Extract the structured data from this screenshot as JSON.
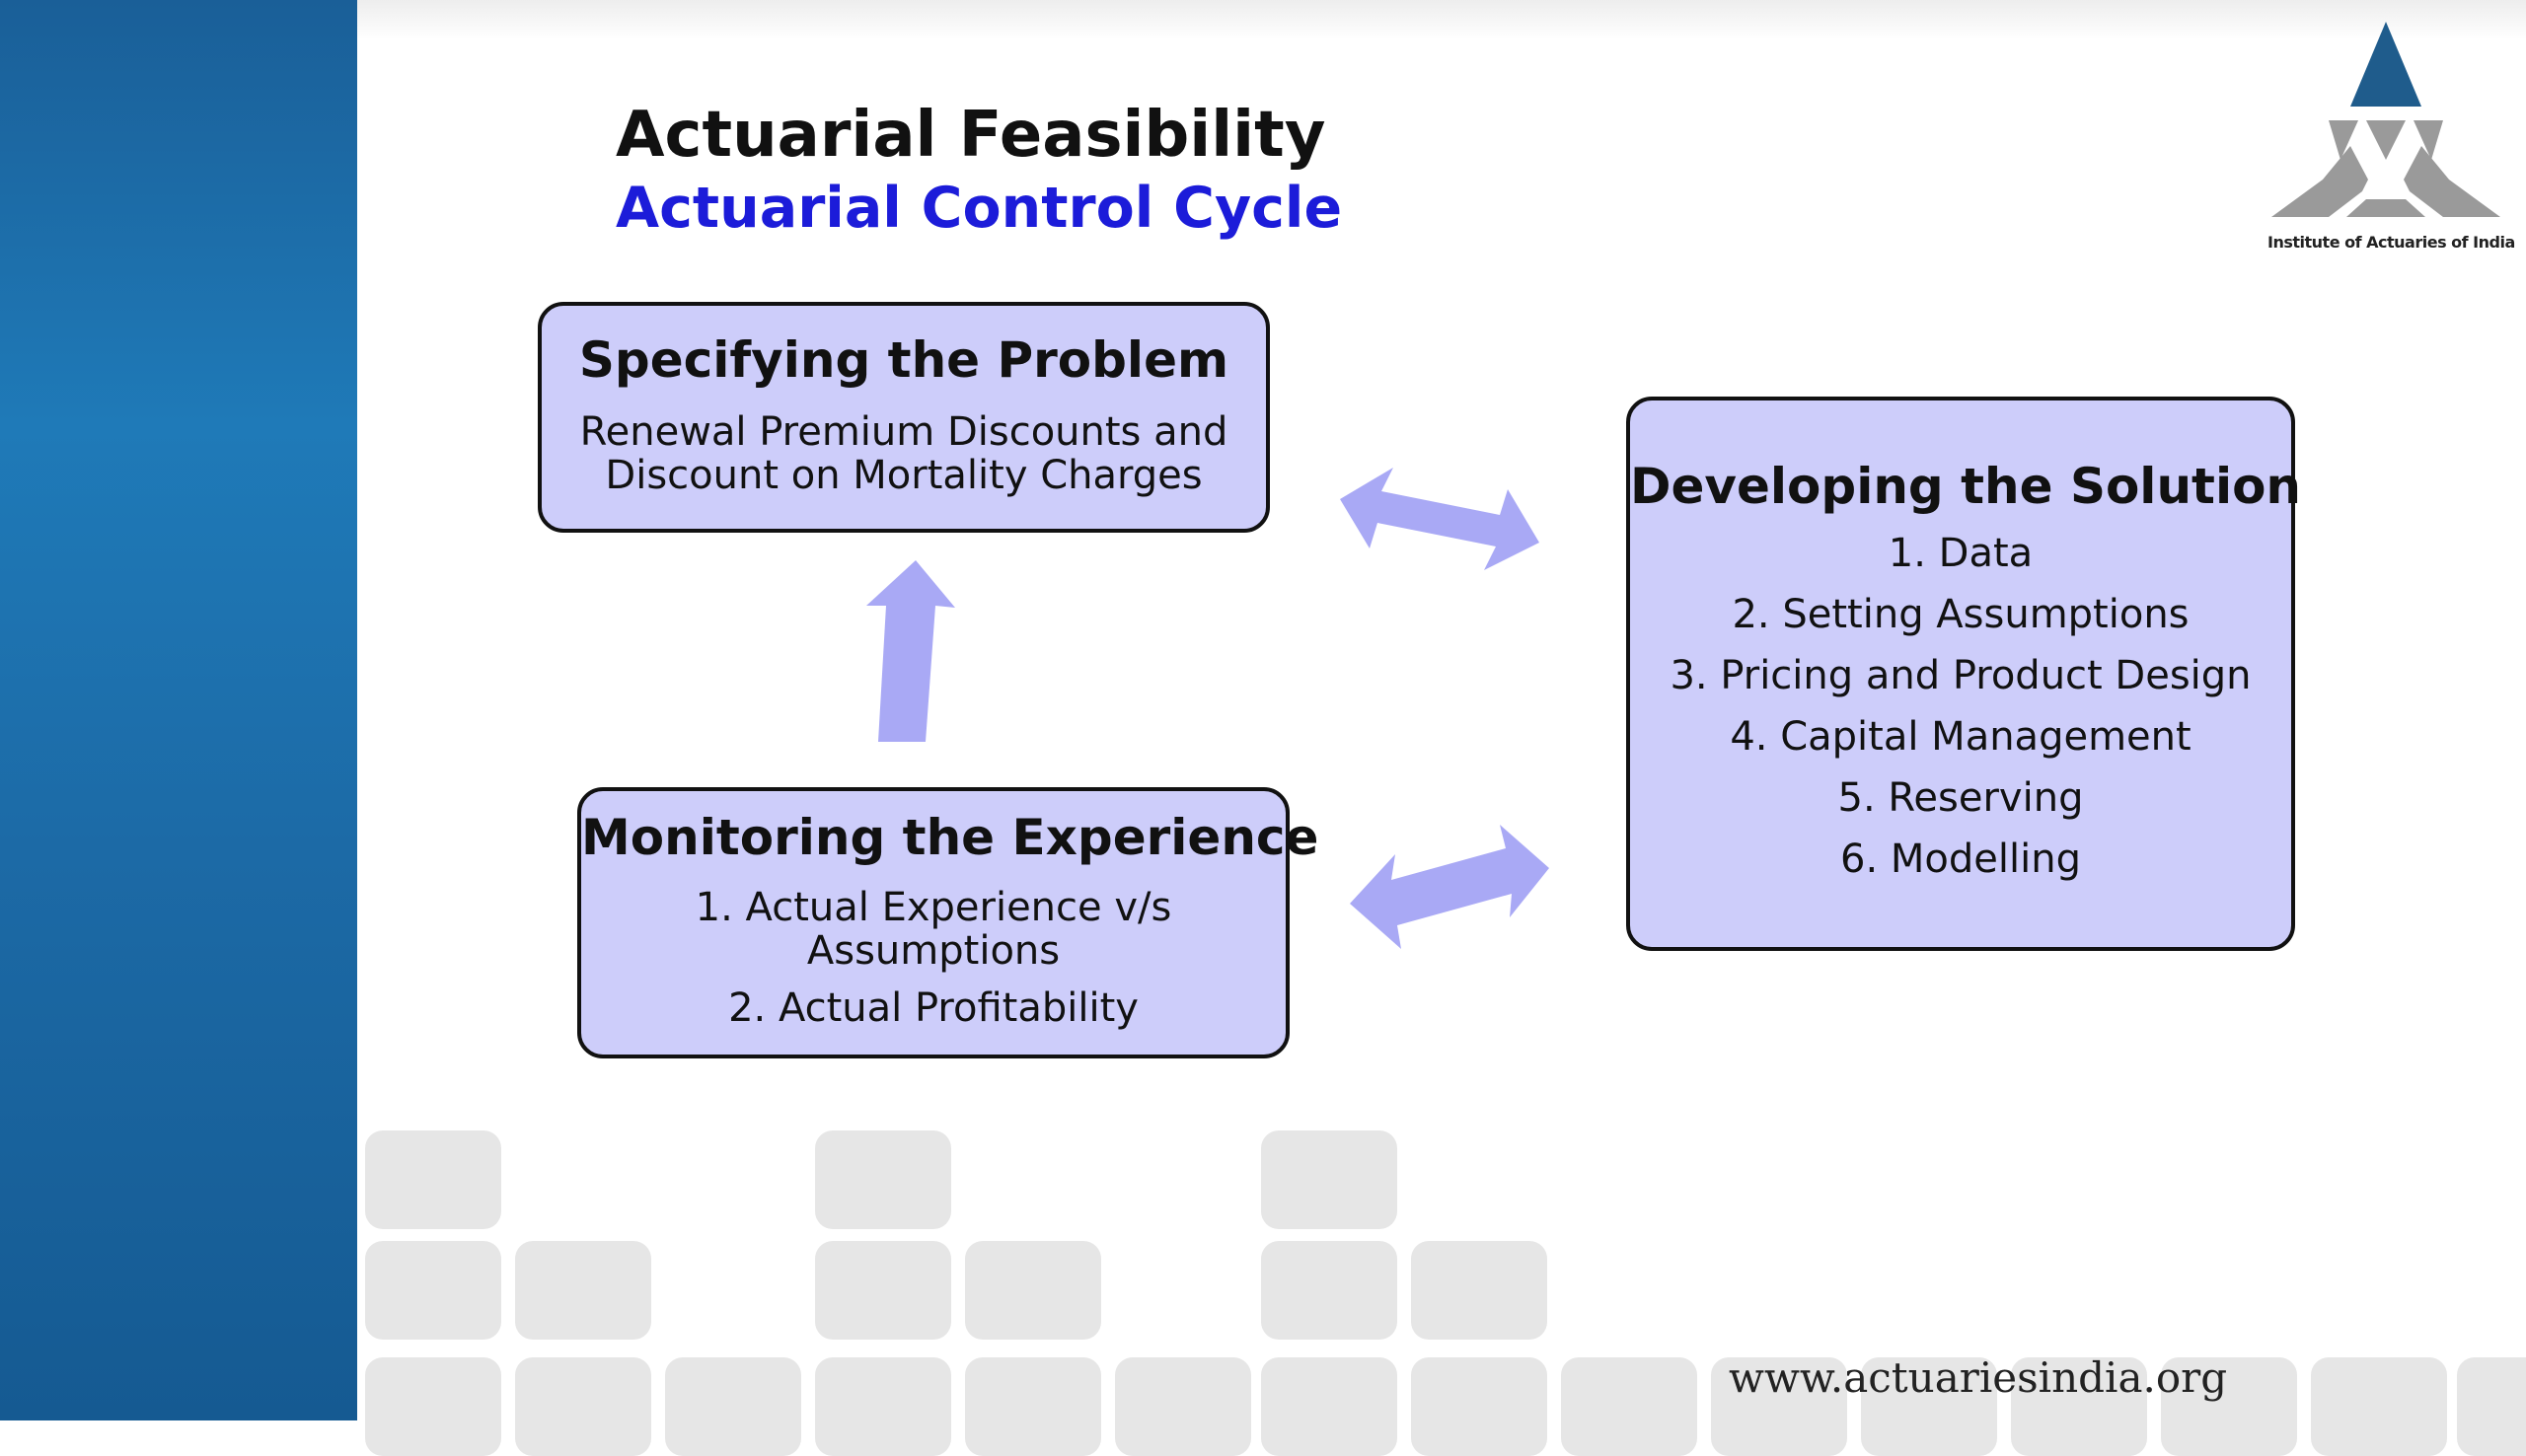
{
  "slide": {
    "title": "Actuarial Feasibility",
    "subtitle": "Actuarial Control Cycle"
  },
  "boxes": {
    "specifying": {
      "heading": "Specifying the Problem",
      "lines": [
        "Renewal Premium Discounts and",
        "Discount on Mortality Charges"
      ]
    },
    "developing": {
      "heading": "Developing the Solution",
      "items": [
        "1. Data",
        "2. Setting Assumptions",
        "3. Pricing and Product Design",
        "4. Capital Management",
        "5. Reserving",
        "6. Modelling"
      ]
    },
    "monitoring": {
      "heading": "Monitoring the Experience",
      "items": [
        "1. Actual Experience v/s",
        "Assumptions",
        "2. Actual Profitability"
      ]
    }
  },
  "logo": {
    "caption": "Institute of Actuaries of India"
  },
  "footer": {
    "website": "www.actuariesindia.org"
  },
  "colors": {
    "left_band": "#1c6aa6",
    "box_fill": "#cdcdfa",
    "arrow_fill": "#a9a9f5",
    "subtitle": "#1c1cd9",
    "logo_blue": "#1f5c8c",
    "logo_grey": "#9a9a9a"
  }
}
